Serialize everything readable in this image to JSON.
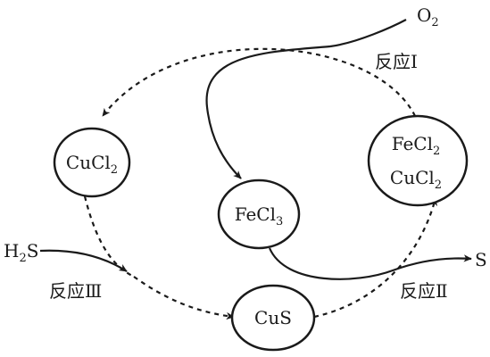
{
  "nodes": {
    "cucl2": {
      "formula": "CuCl",
      "sub": "2"
    },
    "fecl3": {
      "formula": "FeCl",
      "sub": "3"
    },
    "cus": {
      "formula": "CuS"
    },
    "fecl2_cucl2": {
      "line1": {
        "formula": "FeCl",
        "sub": "2"
      },
      "line2": {
        "formula": "CuCl",
        "sub": "2"
      }
    }
  },
  "inputs": {
    "o2": {
      "formula": "O",
      "sub": "2"
    },
    "h2s": {
      "formula": "H",
      "sub": "2",
      "rest": "S"
    }
  },
  "outputs": {
    "s": "S"
  },
  "reactions": {
    "r1": "反应Ⅰ",
    "r2": "反应Ⅱ",
    "r3": "反应Ⅲ"
  }
}
